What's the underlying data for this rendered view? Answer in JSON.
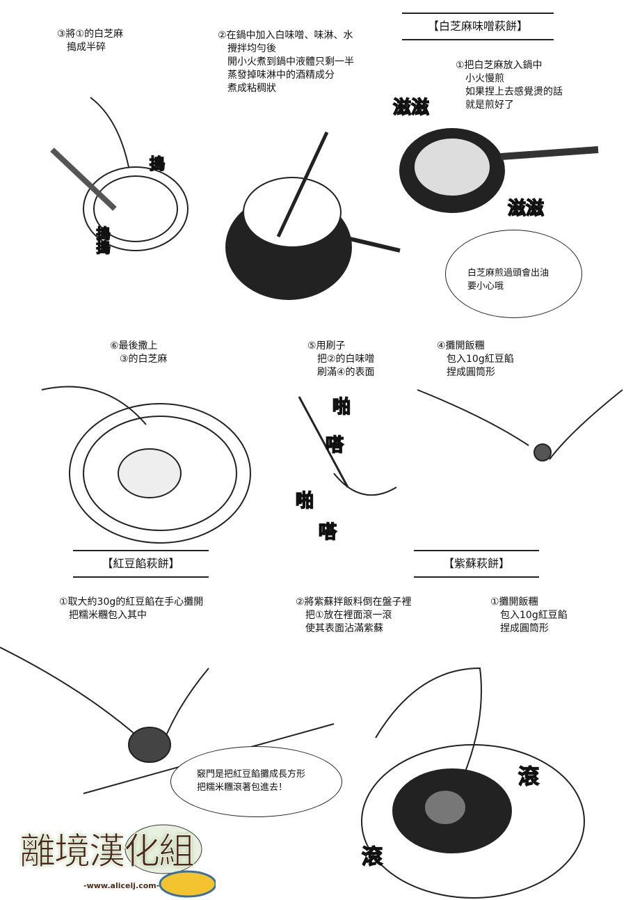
{
  "sections": {
    "sesame": {
      "title": "【白芝麻味噌萩餅】",
      "steps": [
        {
          "lines": [
            "①把白芝麻放入鍋中",
            "小火慢煎",
            "如果捏上去感覺燙的話",
            "就是煎好了"
          ]
        },
        {
          "lines": [
            "②在鍋中加入白味噌、味淋、水",
            "攪拌均勻後",
            "開小火煮到鍋中液體只剩一半",
            "蒸發掉味淋中的酒精成分",
            "煮成粘稠狀"
          ]
        },
        {
          "lines": [
            "③將①的白芝麻",
            "搗成半碎"
          ]
        },
        {
          "lines": [
            "④攤開飯糰",
            "包入10g紅豆餡",
            "捏成圓筒形"
          ]
        },
        {
          "lines": [
            "⑤用刷子",
            "把②的白味噌",
            "刷滿④的表面"
          ]
        },
        {
          "lines": [
            "⑥最後撒上",
            "③的白芝麻"
          ]
        }
      ],
      "bubble": [
        "白芝麻煎過頭會出油",
        "要小心哦"
      ]
    },
    "redbean": {
      "title": "【紅豆餡萩餅】",
      "steps": [
        {
          "lines": [
            "①取大約30g的紅豆餡在手心攤開",
            "把糯米糰包入其中"
          ]
        }
      ],
      "bubble": [
        "竅門是把紅豆餡攤成長方形",
        "把糯米糰滾著包進去！"
      ]
    },
    "shiso": {
      "title": "【紫蘇萩餅】",
      "steps": [
        {
          "lines": [
            "①攤開飯糰",
            "包入10g紅豆餡",
            "捏成圓筒形"
          ]
        },
        {
          "lines": [
            "②將紫蘇拌飯料倒在盤子裡",
            "把①放在裡面滾一滾",
            "使其表面沾滿紫蘇"
          ]
        }
      ]
    }
  },
  "sfx": {
    "sizzle": "滋滋",
    "pound": "搗",
    "pound2": "搗搗",
    "pat": "啪",
    "ta": "嗒",
    "roll": "滾"
  },
  "logo": {
    "name": "離境漢化組",
    "url": "-www.alicelj.com-"
  }
}
